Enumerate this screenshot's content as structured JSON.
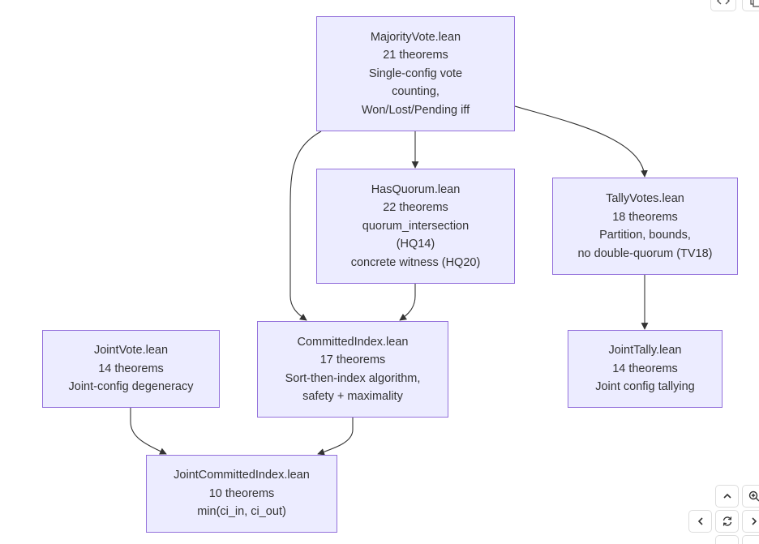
{
  "nodes": {
    "majority": {
      "file": "MajorityVote.lean",
      "count": "21 theorems",
      "lines": [
        "Single-config vote",
        "counting,",
        "Won/Lost/Pending iff"
      ]
    },
    "hasquorum": {
      "file": "HasQuorum.lean",
      "count": "22 theorems",
      "lines": [
        "quorum_intersection",
        "(HQ14)",
        "concrete witness (HQ20)"
      ]
    },
    "tally": {
      "file": "TallyVotes.lean",
      "count": "18 theorems",
      "lines": [
        "Partition, bounds,",
        "no double-quorum (TV18)"
      ]
    },
    "committed": {
      "file": "CommittedIndex.lean",
      "count": "17 theorems",
      "lines": [
        "Sort-then-index algorithm,",
        "safety + maximality"
      ]
    },
    "jointvote": {
      "file": "JointVote.lean",
      "count": "14 theorems",
      "lines": [
        "Joint-config degeneracy"
      ]
    },
    "jointtally": {
      "file": "JointTally.lean",
      "count": "14 theorems",
      "lines": [
        "Joint config tallying"
      ]
    },
    "jointcommitted": {
      "file": "JointCommittedIndex.lean",
      "count": "10 theorems",
      "lines": [
        "min(ci_in, ci_out)"
      ]
    }
  },
  "edges": [
    {
      "from": "majority",
      "to": "hasquorum"
    },
    {
      "from": "majority",
      "to": "tally"
    },
    {
      "from": "majority",
      "to": "committed"
    },
    {
      "from": "hasquorum",
      "to": "committed"
    },
    {
      "from": "tally",
      "to": "jointtally"
    },
    {
      "from": "jointvote",
      "to": "jointcommitted"
    },
    {
      "from": "committed",
      "to": "jointcommitted"
    }
  ],
  "controls": {
    "code_icon": "code-icon",
    "copy_icon": "copy-icon",
    "up_icon": "chevron-up-icon",
    "zoom_in_icon": "zoom-in-icon",
    "left_icon": "chevron-left-icon",
    "reset_icon": "reset-icon",
    "right_icon": "chevron-right-icon"
  },
  "colors": {
    "node_fill": "#ececff",
    "node_border": "#9370db",
    "edge": "#333333",
    "text": "#333333"
  }
}
